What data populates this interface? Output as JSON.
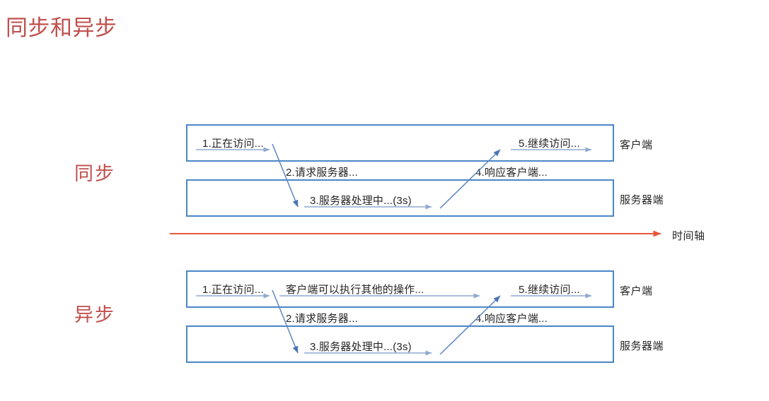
{
  "slide": {
    "title": "同步和异步",
    "title_color": "#C0504D",
    "background": "#ffffff"
  },
  "palette": {
    "box_border": "#4A86C8",
    "flow_arrow": "#9CB3D5",
    "transfer_arrow": "#4A77B4",
    "timeline_arrow": "#E8553A",
    "text": "#262626",
    "accent_red": "#C0504D"
  },
  "sections": [
    {
      "id": "sync",
      "mode_label": "同步",
      "lanes": [
        {
          "id": "sync-client",
          "name": "客户端"
        },
        {
          "id": "sync-server",
          "name": "服务器端"
        }
      ],
      "steps": [
        {
          "id": "sync-step-1",
          "label": "1.正在访问..."
        },
        {
          "id": "sync-step-2",
          "label": "2.请求服务器..."
        },
        {
          "id": "sync-step-3",
          "label": "3.服务器处理中...(3s)"
        },
        {
          "id": "sync-step-4",
          "label": "4.响应客户端..."
        },
        {
          "id": "sync-step-5",
          "label": "5.继续访问..."
        }
      ]
    },
    {
      "id": "async",
      "mode_label": "异步",
      "lanes": [
        {
          "id": "async-client",
          "name": "客户端"
        },
        {
          "id": "async-server",
          "name": "服务器端"
        }
      ],
      "steps": [
        {
          "id": "async-step-1",
          "label": "1.正在访问..."
        },
        {
          "id": "async-step-parallel",
          "label": "客户端可以执行其他的操作..."
        },
        {
          "id": "async-step-2",
          "label": "2.请求服务器..."
        },
        {
          "id": "async-step-3",
          "label": "3.服务器处理中...(3s)"
        },
        {
          "id": "async-step-4",
          "label": "4.响应客户端..."
        },
        {
          "id": "async-step-5",
          "label": "5.继续访问..."
        }
      ]
    }
  ],
  "timeline": {
    "caption": "时间轴"
  }
}
